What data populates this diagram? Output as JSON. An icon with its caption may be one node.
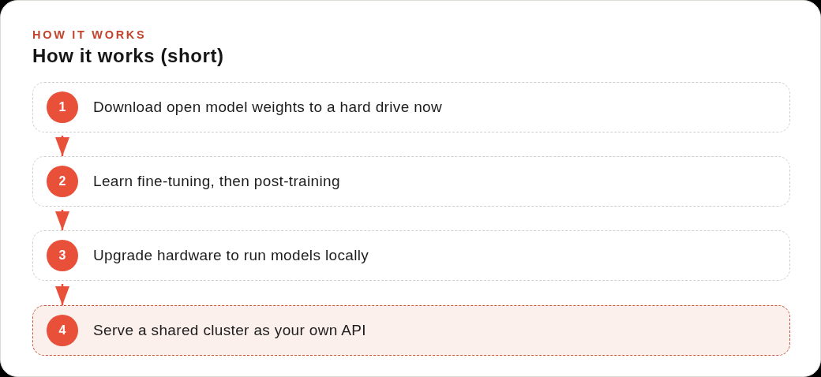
{
  "diagram": {
    "title": "How it works (short)",
    "nodes": [
      {
        "text": [
          "Download open model weights to a hard drive now"
        ]
      },
      {
        "text": [
          "1"
        ],
        "in": 0
      },
      {
        "text": [
          "Learn fine-tuning, then post-training"
        ]
      },
      {
        "text": [
          "2"
        ],
        "in": 2
      },
      {
        "text": [
          "Upgrade hardware to run models locally"
        ]
      },
      {
        "text": [
          "3"
        ],
        "in": 4
      },
      {
        "text": [
          "Serve a shared cluster as your own API"
        ]
      },
      {
        "text": [
          "4"
        ],
        "in": 6
      }
    ],
    "edges": [
      {
        "from": 0,
        "to": 2,
        "arrow": "to"
      },
      {
        "from": 2,
        "to": 4,
        "arrow": "to"
      },
      {
        "from": 4,
        "to": 6,
        "arrow": "to"
      }
    ],
    "labels": [
      "HOW IT WORKS"
    ]
  }
}
